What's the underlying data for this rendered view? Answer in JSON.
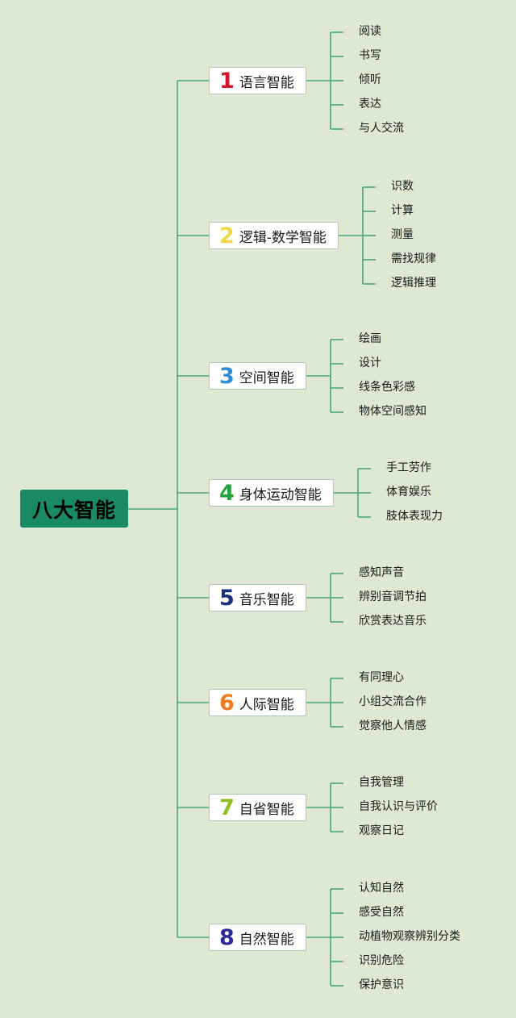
{
  "root": {
    "label": "八大智能"
  },
  "branches": [
    {
      "num": "1",
      "label": "语言智能",
      "color": "#d6142b",
      "items": [
        "阅读",
        "书写",
        "倾听",
        "表达",
        "与人交流"
      ]
    },
    {
      "num": "2",
      "label": "逻辑-数学智能",
      "color": "#f0d84a",
      "items": [
        "识数",
        "计算",
        "测量",
        "需找规律",
        "逻辑推理"
      ]
    },
    {
      "num": "3",
      "label": "空间智能",
      "color": "#2f8fd6",
      "items": [
        "绘画",
        "设计",
        "线条色彩感",
        "物体空间感知"
      ]
    },
    {
      "num": "4",
      "label": "身体运动智能",
      "color": "#24a33c",
      "items": [
        "手工劳作",
        "体育娱乐",
        "肢体表现力"
      ]
    },
    {
      "num": "5",
      "label": "音乐智能",
      "color": "#1c2f7a",
      "items": [
        "感知声音",
        "辨别音调节拍",
        "欣赏表达音乐"
      ]
    },
    {
      "num": "6",
      "label": "人际智能",
      "color": "#f07b1d",
      "items": [
        "有同理心",
        "小组交流合作",
        "觉察他人情感"
      ]
    },
    {
      "num": "7",
      "label": "自省智能",
      "color": "#8cbf24",
      "items": [
        "自我管理",
        "自我认识与评价",
        "观察日记"
      ]
    },
    {
      "num": "8",
      "label": "自然智能",
      "color": "#2d2a9a",
      "items": [
        "认知自然",
        "感受自然",
        "动植物观察辨别分类",
        "识别危险",
        "保护意识"
      ]
    }
  ],
  "colors": {
    "line": "#4aa57f",
    "root_bg": "#1a8a64"
  }
}
